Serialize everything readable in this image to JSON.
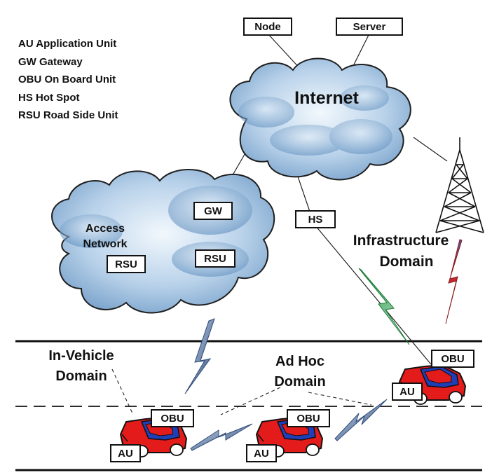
{
  "legend": [
    "AU Application Unit",
    "GW Gateway",
    "OBU On Board Unit",
    "HS Hot Spot",
    "RSU Road Side Unit"
  ],
  "labels": {
    "internet": "Internet",
    "access_network_line1": "Access",
    "access_network_line2": "Network",
    "infrastructure_line1": "Infrastructure",
    "infrastructure_line2": "Domain",
    "in_vehicle_line1": "In-Vehicle",
    "in_vehicle_line2": "Domain",
    "ad_hoc_line1": "Ad Hoc",
    "ad_hoc_line2": "Domain"
  },
  "boxes": {
    "node": "Node",
    "server": "Server",
    "gw": "GW",
    "hs": "HS",
    "rsu_left": "RSU",
    "rsu_right": "RSU",
    "obu_left": "OBU",
    "obu_mid": "OBU",
    "obu_right": "OBU",
    "au_left": "AU",
    "au_mid": "AU",
    "au_right": "AU"
  },
  "colors": {
    "cloud_light": "#e6f0f9",
    "cloud_dark": "#5b8ab8",
    "car_body": "#e31b1b",
    "car_window": "#1f3fb8",
    "lightning_blue": "#2e4a78",
    "lightning_green": "#1fa64a",
    "lightning_red": "#d42020"
  }
}
